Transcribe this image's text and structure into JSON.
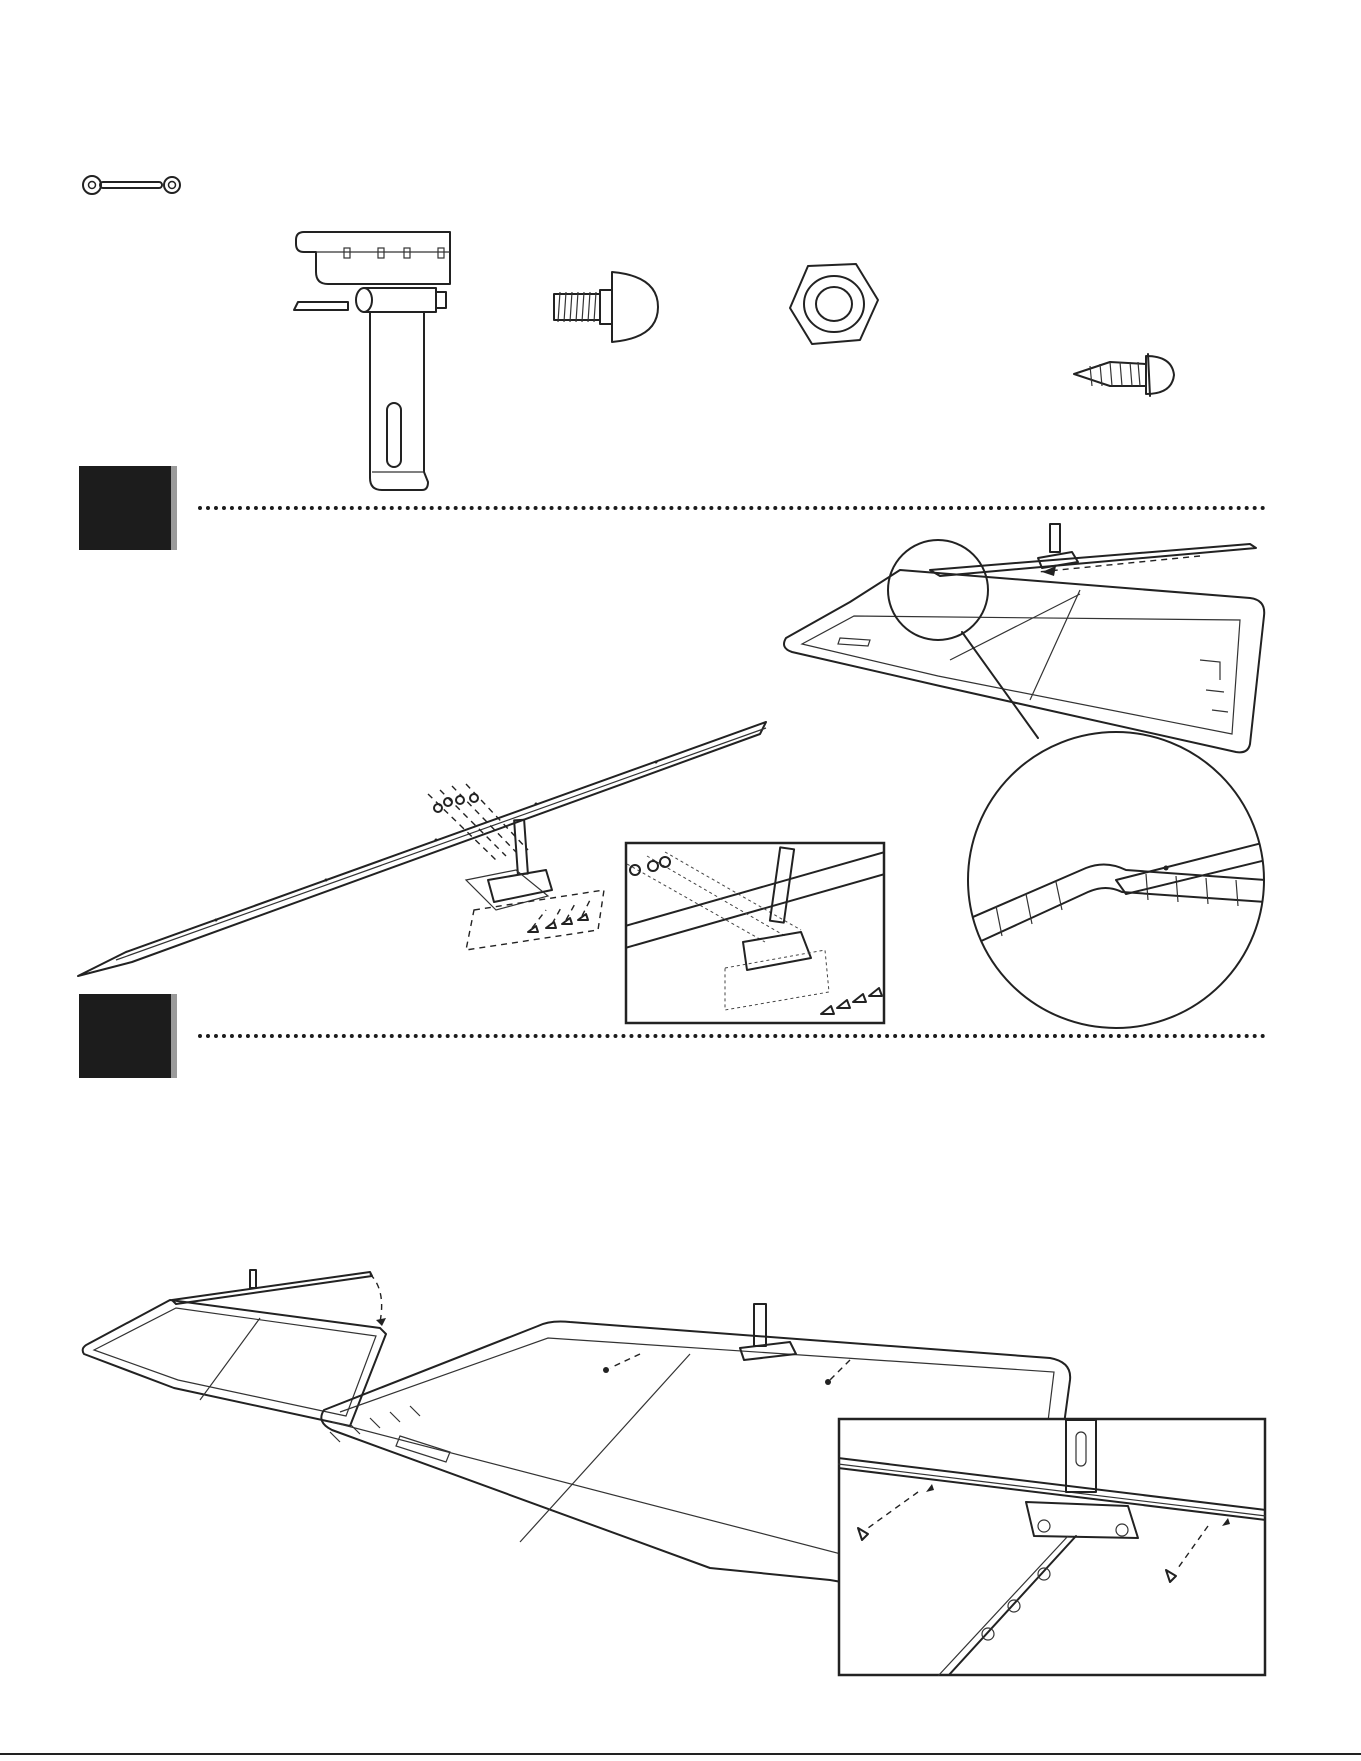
{
  "page": {
    "tool": "wrench-icon",
    "steps": [
      {
        "id": "step-1",
        "number": ""
      },
      {
        "id": "step-2",
        "number": ""
      }
    ],
    "parts": [
      {
        "name": "hinge-bracket"
      },
      {
        "name": "carriage-bolt"
      },
      {
        "name": "lock-nut"
      },
      {
        "name": "self-tapping-screw"
      }
    ],
    "colors": {
      "ink": "#1c1c1c",
      "shadow": "#9a9a9a",
      "paper": "#ffffff"
    }
  }
}
